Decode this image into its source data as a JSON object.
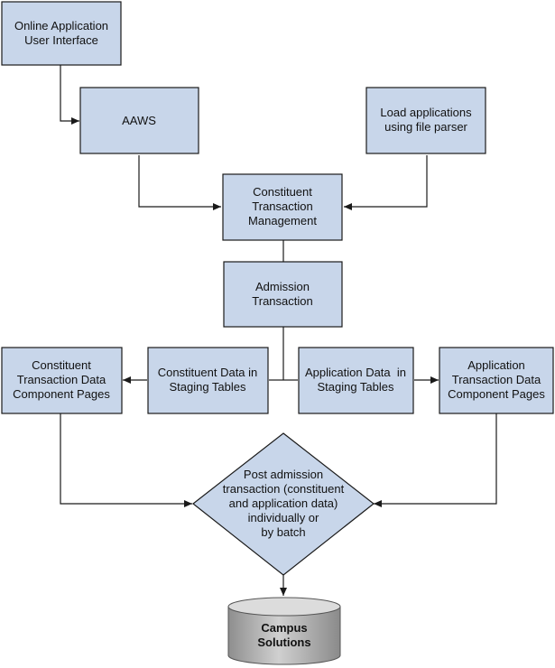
{
  "nodes": {
    "online_ui": [
      "Online Application",
      "User Interface"
    ],
    "aaws": [
      "AAWS"
    ],
    "file_parser": [
      "Load applications",
      "using file parser"
    ],
    "ctm": [
      "Constituent",
      "Transaction",
      "Management"
    ],
    "admission": [
      "Admission",
      "Transaction"
    ],
    "constituent_pages": [
      "Constituent",
      "Transaction Data",
      "Component Pages"
    ],
    "constituent_staging": [
      "Constituent Data in",
      "Staging Tables"
    ],
    "application_staging": [
      "Application Data  in",
      "Staging Tables"
    ],
    "application_pages": [
      "Application",
      "Transaction Data",
      "Component Pages"
    ],
    "post": [
      "Post admission",
      "transaction (constituent",
      "and application data)",
      "individually or",
      "by batch"
    ],
    "campus": [
      "Campus",
      "Solutions"
    ]
  },
  "colors": {
    "box_fill": "#c8d6ea",
    "stroke": "#1a1a1a",
    "cylinder_fill": "#b3b3b3",
    "cylinder_top": "#d9d9d9"
  }
}
